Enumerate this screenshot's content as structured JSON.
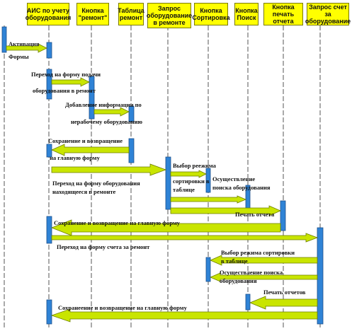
{
  "lifelines": [
    {
      "label": "АИС по учету оборудования"
    },
    {
      "label": "Кнопка \"ремонт\""
    },
    {
      "label": "Таблица ремонт"
    },
    {
      "label": "Запрос оборудование в ремонте"
    },
    {
      "label": "Кнопка Сортировка"
    },
    {
      "label": "Кнопка Поиск"
    },
    {
      "label": "Кнопка печать отчета"
    },
    {
      "label": "Запрос счет за оборудование"
    }
  ],
  "messages": {
    "m1": "Активация",
    "m1b": "Формы",
    "m2a": "Переход на форму подачи",
    "m2b": "оборудования в ремонт",
    "m3a": "Добавление информации по",
    "m3b": "нерабочему оборудованию",
    "m4a": "Сохранение и возвращение",
    "m4b": "на главную форму",
    "m5a": "Переход на форму оборудования",
    "m5b": "находящееся в ремонте",
    "m6a": "Выбор реежима",
    "m6b": "сортировки в",
    "m6c": "таблице",
    "m7a": "Осуществление",
    "m7b": "поиска оборудования",
    "m8": "Печать отчета",
    "m9": "Сохранение и возвращение на главную форму",
    "m10": "Переход на форму счета за ремонт",
    "m11a": "Выбор режима сортировки",
    "m11b": "в таблице",
    "m12a": "Осуществление поиска",
    "m12b": "оборудования",
    "m13": "Печать отчетов",
    "m14": "Сохранеение и возвращение на главную форму"
  },
  "colors": {
    "header_fill": "#ffff00",
    "arrow_fill": "#c9e500",
    "arrow_stroke": "#6d7f00",
    "activation_fill": "#2f83d6",
    "lifeline": "#555555"
  }
}
